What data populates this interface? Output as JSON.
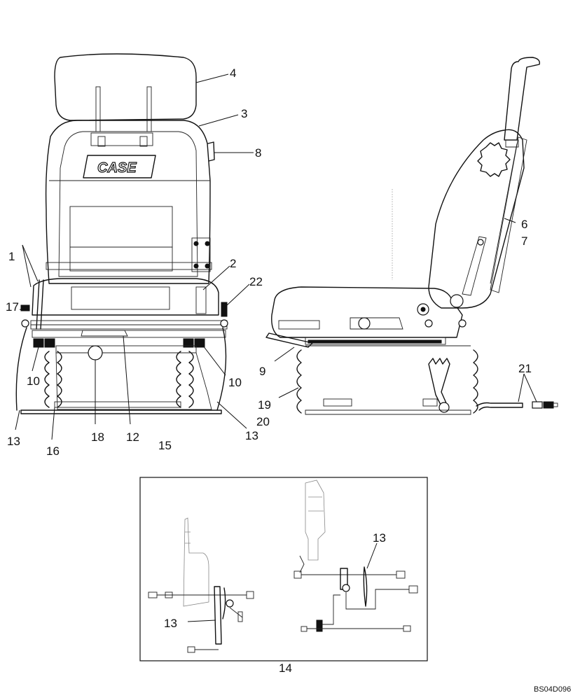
{
  "logo_text": "CASE",
  "drawing_code": "BS04D096",
  "detail_label": "14",
  "callouts": {
    "c1": "1",
    "c2": "2",
    "c3": "3",
    "c4": "4",
    "c6": "6",
    "c7": "7",
    "c8": "8",
    "c9": "9",
    "c10a": "10",
    "c10b": "10",
    "c12": "12",
    "c13a": "13",
    "c13b": "13",
    "c13c": "13",
    "c13d": "13",
    "c15": "15",
    "c16": "16",
    "c17": "17",
    "c18": "18",
    "c19": "19",
    "c20": "20",
    "c21": "21",
    "c22": "22"
  }
}
